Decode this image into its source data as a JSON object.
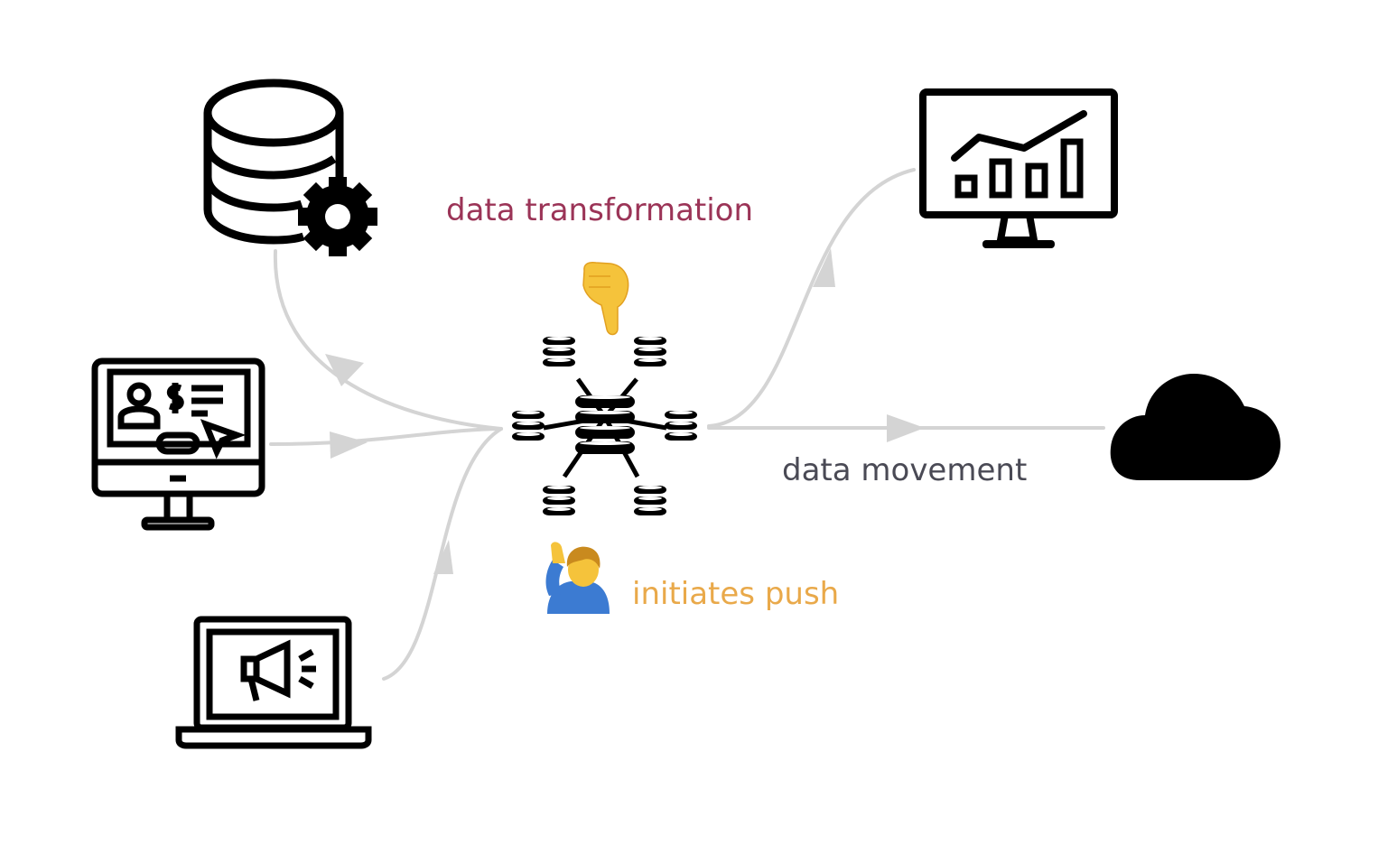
{
  "labels": {
    "transformation": "data transformation",
    "movement": "data movement",
    "push": "initiates push"
  },
  "colors": {
    "transformation": "#9b3457",
    "movement": "#4a4a55",
    "push": "#e9a94a",
    "arrow": "#d4d4d4",
    "icon": "#000000"
  },
  "icons": {
    "source_1": "database-gear-icon",
    "source_2": "monitor-dashboard-icon",
    "source_3": "laptop-megaphone-icon",
    "hub": "database-network-hub-icon",
    "pointer": "finger-pointing-down-icon",
    "person": "person-raising-hand-icon",
    "destination_1": "monitor-chart-icon",
    "destination_2": "cloud-icon"
  }
}
